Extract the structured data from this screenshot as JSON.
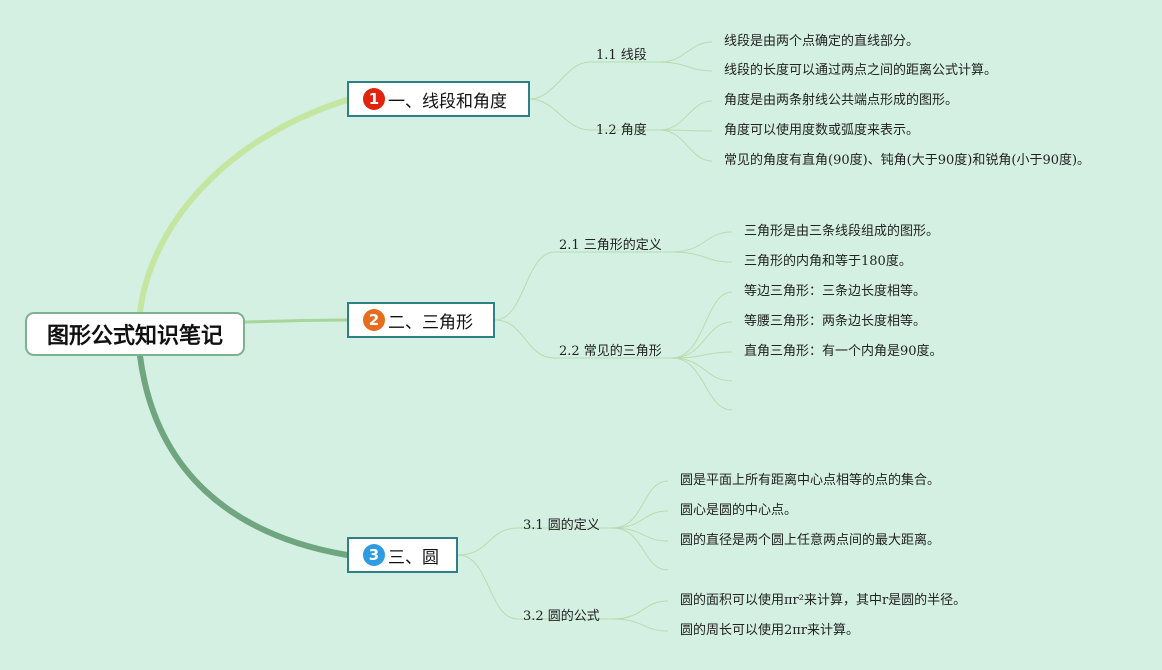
{
  "root": {
    "title": "图形公式知识笔记"
  },
  "branches": [
    {
      "number": "1",
      "title": "一、线段和角度",
      "badge_color": "#e0240d",
      "children": [
        {
          "title": "1.1 线段",
          "leaves": [
            "线段是由两个点确定的直线部分。",
            "线段的长度可以通过两点之间的距离公式计算。"
          ]
        },
        {
          "title": "1.2 角度",
          "leaves": [
            "角度是由两条射线公共端点形成的图形。",
            "角度可以使用度数或弧度来表示。",
            "常见的角度有直角(90度)、钝角(大于90度)和锐角(小于90度)。"
          ]
        }
      ]
    },
    {
      "number": "2",
      "title": "二、三角形",
      "badge_color": "#e66d1d",
      "children": [
        {
          "title": "2.1 三角形的定义",
          "leaves": [
            "三角形是由三条线段组成的图形。",
            "三角形的内角和等于180度。"
          ]
        },
        {
          "title": "2.2 常见的三角形",
          "leaves": [
            "等边三角形：三条边长度相等。",
            "等腰三角形：两条边长度相等。",
            "直角三角形：有一个内角是90度。",
            "",
            ""
          ]
        }
      ]
    },
    {
      "number": "3",
      "title": "三、圆",
      "badge_color": "#2f9be0",
      "children": [
        {
          "title": "3.1 圆的定义",
          "leaves": [
            "圆是平面上所有距离中心点相等的点的集合。",
            "圆心是圆的中心点。",
            "圆的直径是两个圆上任意两点间的最大距离。",
            ""
          ]
        },
        {
          "title": "3.2 圆的公式",
          "leaves": [
            "圆的面积可以使用πr²来计算，其中r是圆的半径。",
            "圆的周长可以使用2πr来计算。"
          ]
        }
      ]
    }
  ]
}
